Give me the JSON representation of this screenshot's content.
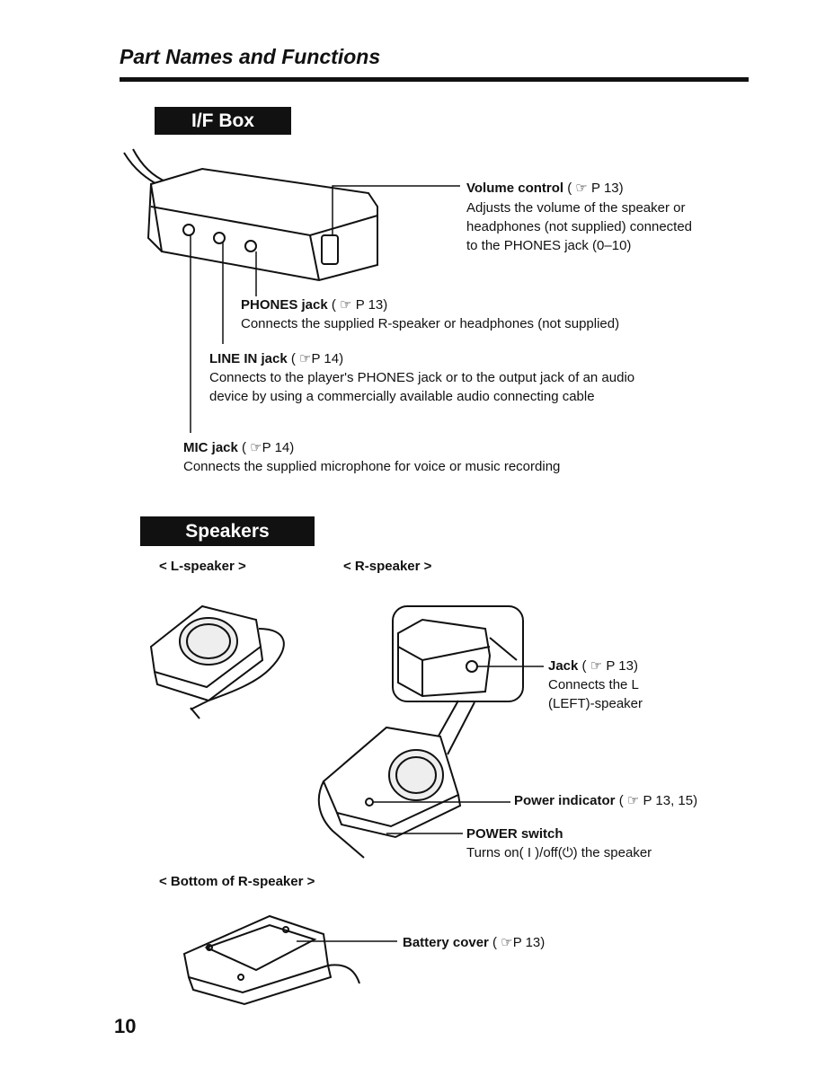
{
  "page": {
    "title": "Part Names and Functions",
    "number": "10"
  },
  "if_box": {
    "heading": "I/F Box",
    "volume": {
      "name": "Volume control",
      "ref": "13",
      "desc1": "Adjusts the volume of the speaker or",
      "desc2": "headphones (not supplied) connected",
      "desc3": "to the PHONES jack (0–10)"
    },
    "phones": {
      "name": "PHONES jack",
      "ref": "13",
      "desc1": "Connects the supplied R-speaker or headphones (not supplied)"
    },
    "line_in": {
      "name": "LINE IN jack",
      "ref": "14",
      "desc1": "Connects to the player's PHONES jack or to the output jack of an audio",
      "desc2": "device by using a commercially available audio connecting cable"
    },
    "mic": {
      "name": "MIC jack",
      "ref": "14",
      "desc1": "Connects the supplied microphone for voice or music recording"
    }
  },
  "speakers": {
    "heading": "Speakers",
    "l_speaker": "< L-speaker >",
    "r_speaker": "< R-speaker >",
    "jack": {
      "name": "Jack",
      "ref": "13",
      "desc1": "Connects the L",
      "desc2": "(LEFT)-speaker"
    },
    "power_indicator": {
      "name": "Power indicator",
      "ref": "13, 15"
    },
    "power_switch": {
      "name": "POWER switch",
      "desc_pre": "Turns on(",
      "on_symbol": "I",
      "desc_mid": ")/off(",
      "desc_post": ") the speaker"
    },
    "bottom": "< Bottom of R-speaker >",
    "battery": {
      "name": "Battery cover",
      "ref": "13"
    }
  },
  "ref_prefix": "P",
  "icons": {
    "reference": "pointing-hand-icon",
    "standby": "standby-icon"
  }
}
